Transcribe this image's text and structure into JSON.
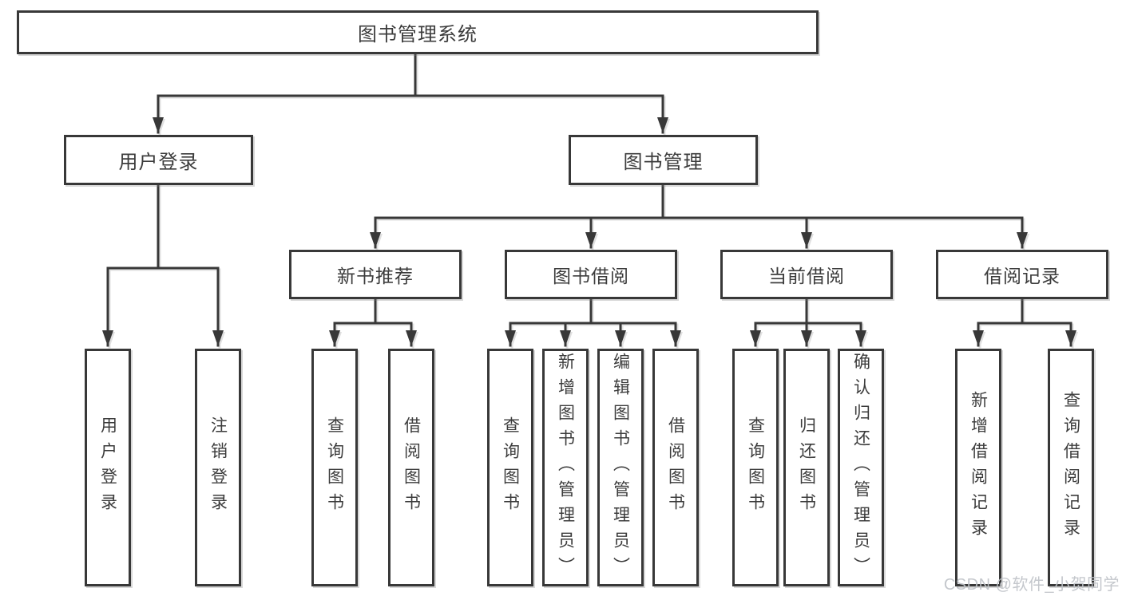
{
  "diagram": {
    "root": {
      "label": "图书管理系统"
    },
    "level2": {
      "user_login": "用户登录",
      "book_management": "图书管理"
    },
    "level3": {
      "new_books": "新书推荐",
      "book_borrow": "图书借阅",
      "current_borrow": "当前借阅",
      "borrow_records": "借阅记录"
    },
    "leaves": {
      "user_login": [
        "用户登录",
        "注销登录"
      ],
      "new_books": [
        "查询图书",
        "借阅图书"
      ],
      "book_borrow": [
        "查询图书",
        "新增图书（管理员）",
        "编辑图书（管理员）",
        "借阅图书"
      ],
      "current_borrow": [
        "查询图书",
        "归还图书",
        "确认归还（管理员）"
      ],
      "borrow_records": [
        "新增借阅记录",
        "查询借阅记录"
      ]
    },
    "style": {
      "line_color": "#383838",
      "text_color": "#3c3c3c",
      "box_background": "#ffffff",
      "watermark_color": "#bfc3c8"
    }
  },
  "watermark": {
    "text": "CSDN @软件_小贺同学"
  }
}
